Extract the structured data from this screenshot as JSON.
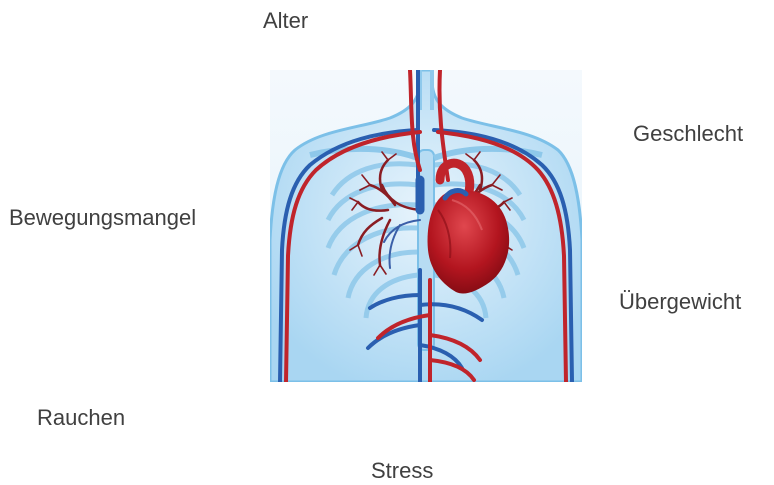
{
  "labels": {
    "alter": "Alter",
    "geschlecht": "Geschlecht",
    "bewegungsmangel": "Bewegungsmangel",
    "uebergewicht": "Übergewicht",
    "rauchen": "Rauchen",
    "stress": "Stress"
  },
  "illustration": {
    "icon": "heart-circulatory-system-icon",
    "colors": {
      "body": "#bfe0f5",
      "body_outline": "#5aaee0",
      "artery": "#c0242b",
      "vein": "#2a5fb0",
      "heart": "#b3151f"
    }
  }
}
